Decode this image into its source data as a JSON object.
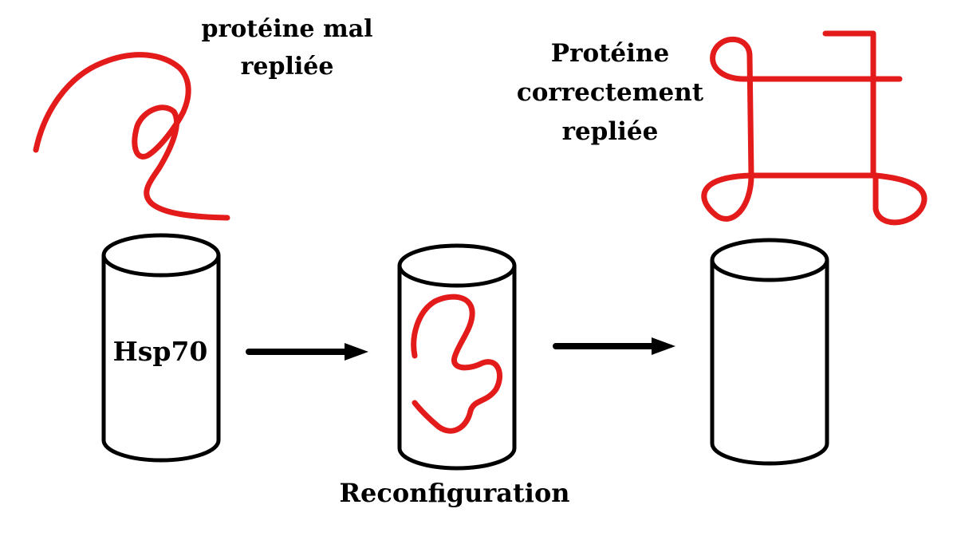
{
  "labels": {
    "misfolded_protein": [
      "protéine mal",
      "repliée"
    ],
    "hsp70": "Hsp70",
    "folded_protein": [
      "Protéine",
      "correctement",
      "repliée"
    ],
    "reconfiguration": "Reconfiguration"
  },
  "colors": {
    "protein": "#e31b1b",
    "outline": "#000000",
    "background": "#ffffff"
  }
}
